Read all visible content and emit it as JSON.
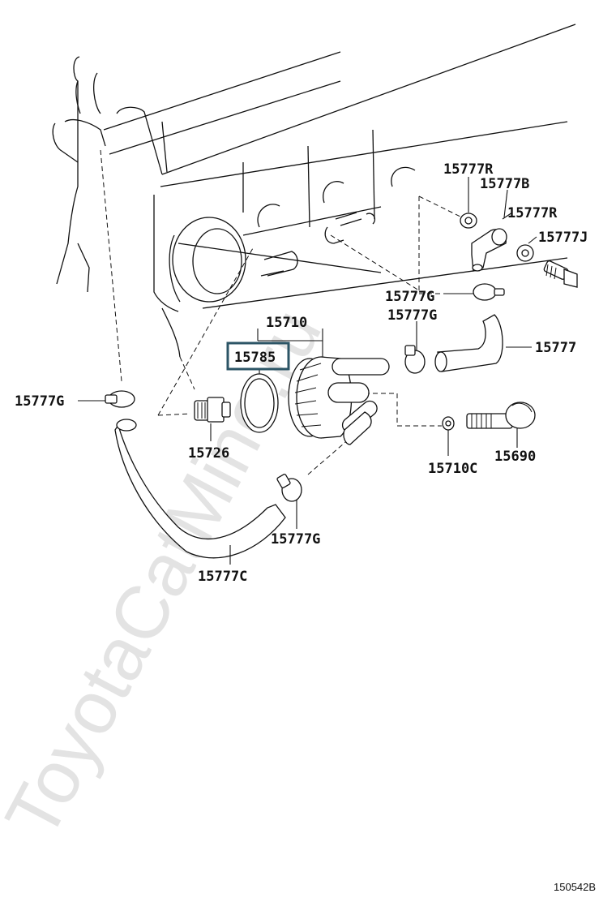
{
  "watermark": "ToyotaCatMine.ru",
  "reference_code": "150542B",
  "highlight_color": "#2c5566",
  "parts": {
    "p15777R_a": "15777R",
    "p15777B": "15777B",
    "p15777R_b": "15777R",
    "p15777J": "15777J",
    "p15777G_top": "15777G",
    "p15710": "15710",
    "p15777G_mid": "15777G",
    "p15785": "15785",
    "p15777": "15777",
    "p15777G_left": "15777G",
    "p15726": "15726",
    "p15710C": "15710C",
    "p15690": "15690",
    "p15777G_bottom": "15777G",
    "p15777C": "15777C"
  }
}
